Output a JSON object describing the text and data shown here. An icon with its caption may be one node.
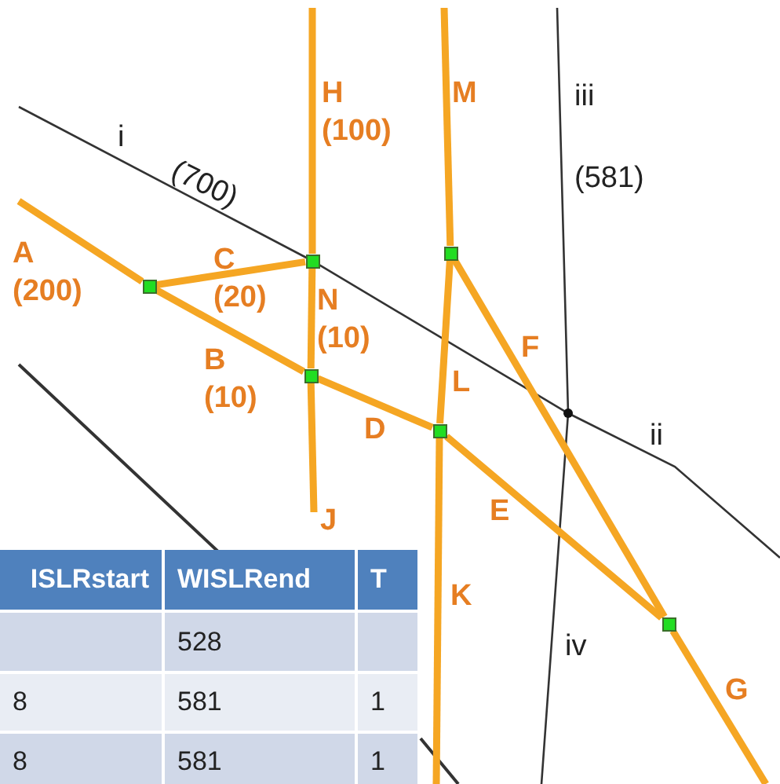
{
  "diagram": {
    "nodes": [
      {
        "text": [],
        "shape": "box"
      },
      {
        "text": [],
        "shape": "box"
      },
      {
        "text": [],
        "shape": "box"
      },
      {
        "text": [],
        "shape": "box"
      },
      {
        "text": [],
        "shape": "box"
      },
      {
        "text": [],
        "shape": "box"
      }
    ],
    "edges": [
      {
        "from": null,
        "to": 0,
        "arrow": "none",
        "label": "A (200)"
      },
      {
        "from": 0,
        "to": 1,
        "arrow": "none",
        "label": "C (20)"
      },
      {
        "from": 0,
        "to": 2,
        "arrow": "none",
        "label": "B (10)"
      },
      {
        "from": 1,
        "to": null,
        "arrow": "none",
        "label": "H (100)"
      },
      {
        "from": 1,
        "to": 2,
        "arrow": "none",
        "label": "N (10)"
      },
      {
        "from": 2,
        "to": null,
        "arrow": "none",
        "label": "J"
      },
      {
        "from": 2,
        "to": 4,
        "arrow": "none",
        "label": "D"
      },
      {
        "from": 3,
        "to": null,
        "arrow": "none",
        "label": "M"
      },
      {
        "from": 3,
        "to": 4,
        "arrow": "none",
        "label": "L"
      },
      {
        "from": 3,
        "to": 5,
        "arrow": "none",
        "label": "F"
      },
      {
        "from": 4,
        "to": null,
        "arrow": "none",
        "label": "K"
      },
      {
        "from": 4,
        "to": 5,
        "arrow": "none",
        "label": "E"
      },
      {
        "from": 5,
        "to": null,
        "arrow": "none",
        "label": "G"
      }
    ],
    "labels": [
      "iii",
      "i",
      "(581)",
      "(700)",
      "ii",
      "iv",
      "ISLRstart",
      "WISLRend",
      "T",
      "528",
      "8",
      "581",
      "1",
      "8",
      "581",
      "1"
    ]
  }
}
